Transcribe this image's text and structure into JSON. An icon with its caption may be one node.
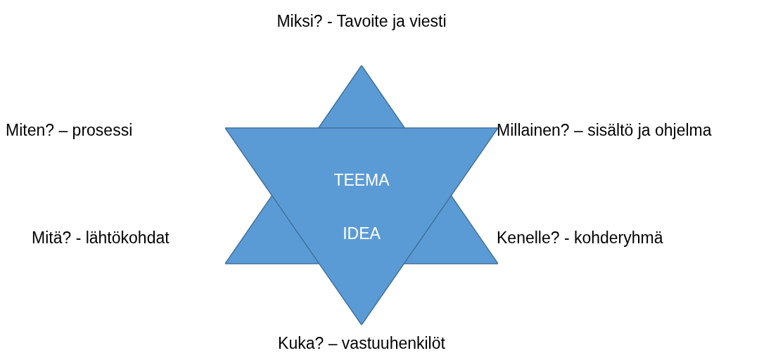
{
  "diagram": {
    "nodes": [
      {
        "text": [
          "TEEMA",
          "IDEA"
        ]
      }
    ],
    "labels": [
      "Miksi? - Tavoite ja viesti",
      "Miten? – prosessi",
      "Millainen? – sisältö ja ohjelma",
      "Mitä? - lähtökohdat",
      "Kenelle? - kohderyhmä",
      "Kuka? – vastuuhenkilöt"
    ]
  }
}
